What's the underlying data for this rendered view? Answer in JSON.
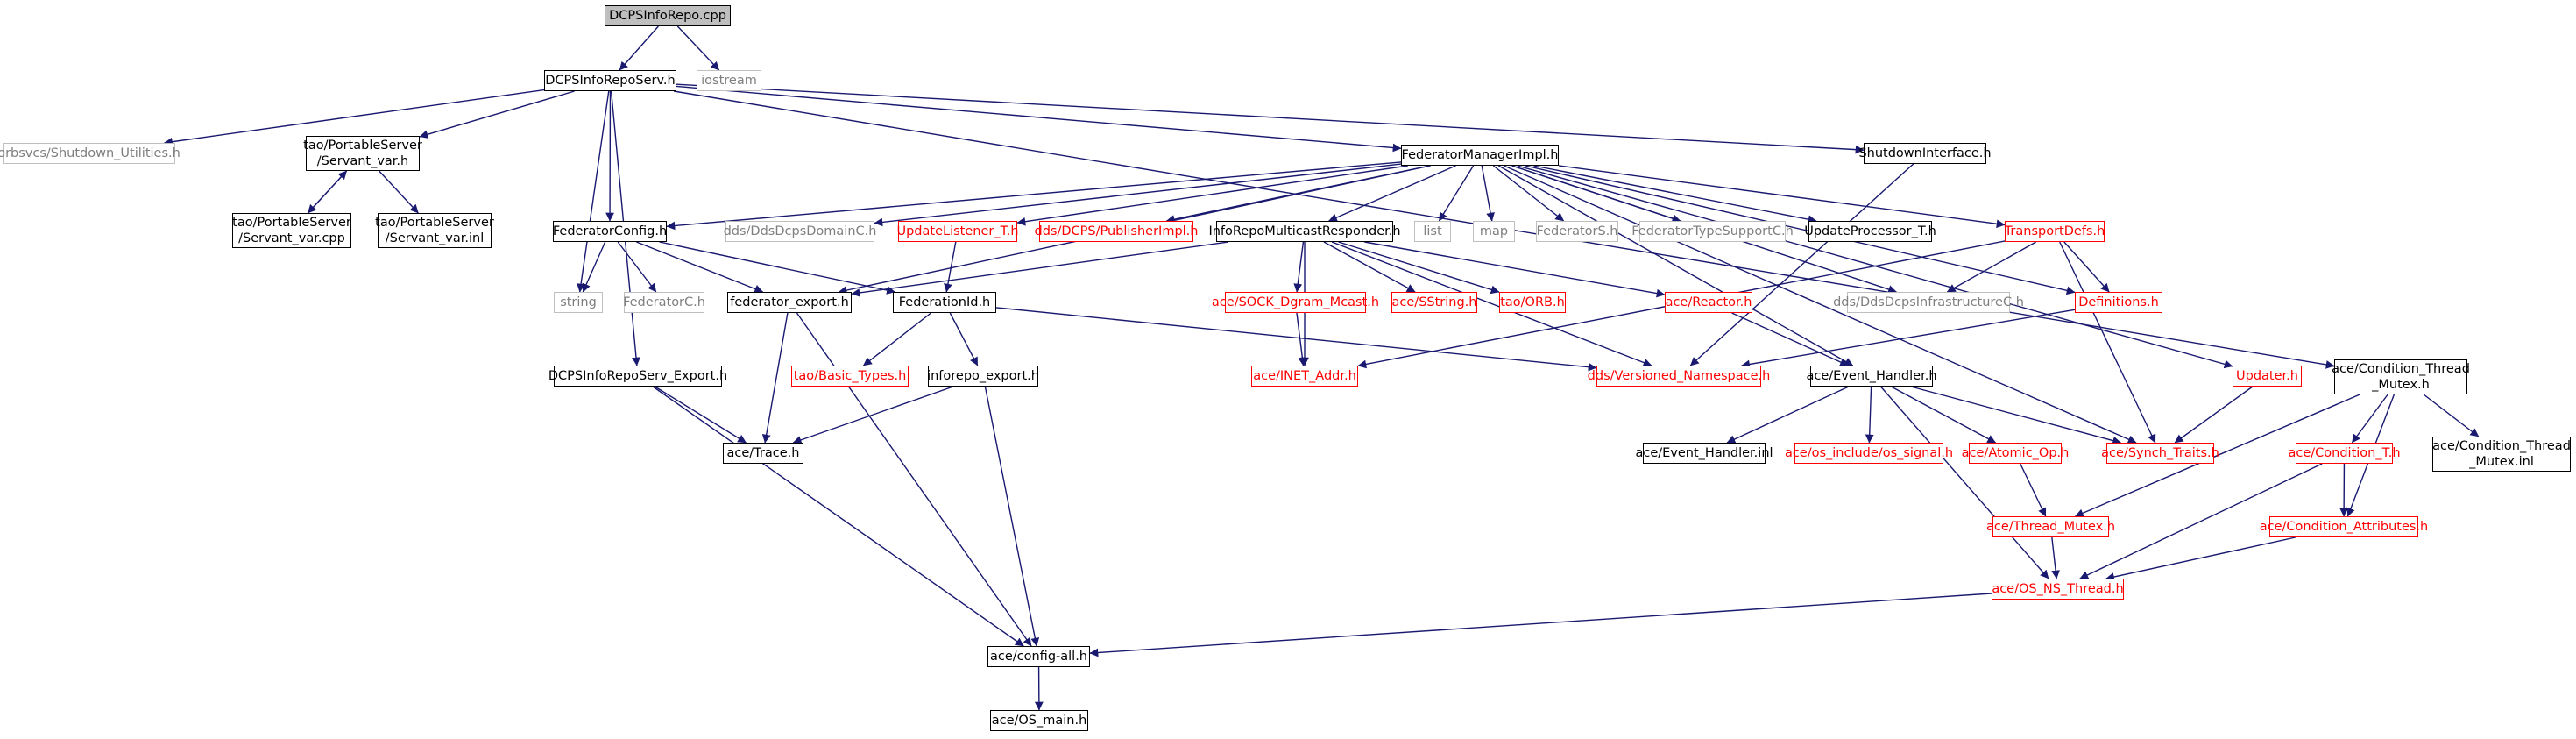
{
  "colors": {
    "edge": "#191970",
    "normal_border": "#000000",
    "red_border": "#ff0000",
    "system_border": "#bfbfbf",
    "root_fill": "#bfbfbf"
  },
  "nodes": {
    "n1": {
      "label": "DCPSInfoRepo.cpp",
      "kind": "root"
    },
    "n2": {
      "label": "DCPSInfoRepoServ.h",
      "kind": "normal"
    },
    "n3": {
      "label": "iostream",
      "kind": "system"
    },
    "n4": {
      "label": "orbsvcs/Shutdown_Utilities.h",
      "kind": "system"
    },
    "n5": {
      "label": "tao/PortableServer\n/Servant_var.h",
      "kind": "normal"
    },
    "n6": {
      "label": "tao/PortableServer\n/Servant_var.cpp",
      "kind": "normal"
    },
    "n7": {
      "label": "tao/PortableServer\n/Servant_var.inl",
      "kind": "normal"
    },
    "n8": {
      "label": "FederatorConfig.h",
      "kind": "normal"
    },
    "n9": {
      "label": "string",
      "kind": "system"
    },
    "n10": {
      "label": "FederatorC.h",
      "kind": "system"
    },
    "n11": {
      "label": "federator_export.h",
      "kind": "normal"
    },
    "n12": {
      "label": "FederationId.h",
      "kind": "normal"
    },
    "n13": {
      "label": "DCPSInfoRepoServ_Export.h",
      "kind": "normal"
    },
    "n14": {
      "label": "ace/Trace.h",
      "kind": "normal"
    },
    "n15": {
      "label": "tao/Basic_Types.h",
      "kind": "red"
    },
    "n16": {
      "label": "inforepo_export.h",
      "kind": "normal"
    },
    "n17": {
      "label": "ace/config-all.h",
      "kind": "normal"
    },
    "n18": {
      "label": "ace/OS_main.h",
      "kind": "normal"
    },
    "n19": {
      "label": "FederatorManagerImpl.h",
      "kind": "normal"
    },
    "n20": {
      "label": "dds/DdsDcpsDomainC.h",
      "kind": "system"
    },
    "n21": {
      "label": "UpdateListener_T.h",
      "kind": "red"
    },
    "n22": {
      "label": "dds/DCPS/PublisherImpl.h",
      "kind": "red"
    },
    "n23": {
      "label": "InfoRepoMulticastResponder.h",
      "kind": "normal"
    },
    "n24": {
      "label": "list",
      "kind": "system"
    },
    "n25": {
      "label": "map",
      "kind": "system"
    },
    "n26": {
      "label": "FederatorS.h",
      "kind": "system"
    },
    "n27": {
      "label": "FederatorTypeSupportC.h",
      "kind": "system"
    },
    "n28": {
      "label": "UpdateProcessor_T.h",
      "kind": "normal"
    },
    "n29": {
      "label": "TransportDefs.h",
      "kind": "red"
    },
    "n30": {
      "label": "ShutdownInterface.h",
      "kind": "normal"
    },
    "n31": {
      "label": "ace/SOCK_Dgram_Mcast.h",
      "kind": "red"
    },
    "n32": {
      "label": "ace/SString.h",
      "kind": "red"
    },
    "n33": {
      "label": "tao/ORB.h",
      "kind": "red"
    },
    "n34": {
      "label": "ace/Reactor.h",
      "kind": "red"
    },
    "n35": {
      "label": "ace/INET_Addr.h",
      "kind": "red"
    },
    "n36": {
      "label": "dds/Versioned_Namespace.h",
      "kind": "red"
    },
    "n37": {
      "label": "ace/Event_Handler.h",
      "kind": "normal"
    },
    "n38": {
      "label": "dds/DdsDcpsInfrastructureC.h",
      "kind": "system"
    },
    "n39": {
      "label": "Definitions.h",
      "kind": "red"
    },
    "n40": {
      "label": "ace/Event_Handler.inl",
      "kind": "normal"
    },
    "n41": {
      "label": "ace/os_include/os_signal.h",
      "kind": "red"
    },
    "n42": {
      "label": "ace/Atomic_Op.h",
      "kind": "red"
    },
    "n43": {
      "label": "ace/Synch_Traits.h",
      "kind": "red"
    },
    "n44": {
      "label": "ace/Thread_Mutex.h",
      "kind": "red"
    },
    "n45": {
      "label": "ace/OS_NS_Thread.h",
      "kind": "red"
    },
    "n46": {
      "label": "Updater.h",
      "kind": "red"
    },
    "n47": {
      "label": "ace/Condition_Thread\n_Mutex.h",
      "kind": "normal"
    },
    "n48": {
      "label": "ace/Condition_T.h",
      "kind": "red"
    },
    "n49": {
      "label": "ace/Condition_Thread\n_Mutex.inl",
      "kind": "normal"
    },
    "n50": {
      "label": "ace/Condition_Attributes.h",
      "kind": "red"
    }
  },
  "edges": [
    [
      "n1",
      "n2"
    ],
    [
      "n1",
      "n3"
    ],
    [
      "n2",
      "n4"
    ],
    [
      "n2",
      "n5"
    ],
    [
      "n2",
      "n8"
    ],
    [
      "n2",
      "n9"
    ],
    [
      "n2",
      "n13"
    ],
    [
      "n2",
      "n19"
    ],
    [
      "n2",
      "n30"
    ],
    [
      "n2",
      "n47"
    ],
    [
      "n5",
      "n6"
    ],
    [
      "n6",
      "n5"
    ],
    [
      "n5",
      "n7"
    ],
    [
      "n8",
      "n9"
    ],
    [
      "n8",
      "n10"
    ],
    [
      "n8",
      "n11"
    ],
    [
      "n8",
      "n12"
    ],
    [
      "n11",
      "n14"
    ],
    [
      "n11",
      "n17"
    ],
    [
      "n12",
      "n15"
    ],
    [
      "n12",
      "n16"
    ],
    [
      "n12",
      "n36"
    ],
    [
      "n13",
      "n14"
    ],
    [
      "n13",
      "n17"
    ],
    [
      "n16",
      "n14"
    ],
    [
      "n16",
      "n17"
    ],
    [
      "n17",
      "n18"
    ],
    [
      "n19",
      "n8"
    ],
    [
      "n19",
      "n20"
    ],
    [
      "n19",
      "n21"
    ],
    [
      "n19",
      "n22"
    ],
    [
      "n19",
      "n23"
    ],
    [
      "n19",
      "n24"
    ],
    [
      "n19",
      "n25"
    ],
    [
      "n19",
      "n26"
    ],
    [
      "n19",
      "n27"
    ],
    [
      "n19",
      "n28"
    ],
    [
      "n19",
      "n29"
    ],
    [
      "n19",
      "n11"
    ],
    [
      "n19",
      "n38"
    ],
    [
      "n19",
      "n39"
    ],
    [
      "n19",
      "n43"
    ],
    [
      "n19",
      "n46"
    ],
    [
      "n19",
      "n37"
    ],
    [
      "n21",
      "n12"
    ],
    [
      "n23",
      "n11"
    ],
    [
      "n23",
      "n31"
    ],
    [
      "n23",
      "n32"
    ],
    [
      "n23",
      "n33"
    ],
    [
      "n23",
      "n34"
    ],
    [
      "n23",
      "n35"
    ],
    [
      "n23",
      "n36"
    ],
    [
      "n29",
      "n38"
    ],
    [
      "n29",
      "n39"
    ],
    [
      "n29",
      "n43"
    ],
    [
      "n29",
      "n35"
    ],
    [
      "n30",
      "n36"
    ],
    [
      "n31",
      "n35"
    ],
    [
      "n34",
      "n37"
    ],
    [
      "n37",
      "n40"
    ],
    [
      "n37",
      "n41"
    ],
    [
      "n37",
      "n42"
    ],
    [
      "n37",
      "n43"
    ],
    [
      "n37",
      "n45"
    ],
    [
      "n39",
      "n36"
    ],
    [
      "n42",
      "n44"
    ],
    [
      "n44",
      "n45"
    ],
    [
      "n45",
      "n17"
    ],
    [
      "n46",
      "n43"
    ],
    [
      "n47",
      "n48"
    ],
    [
      "n47",
      "n49"
    ],
    [
      "n47",
      "n50"
    ],
    [
      "n47",
      "n44"
    ],
    [
      "n48",
      "n50"
    ],
    [
      "n48",
      "n45"
    ],
    [
      "n50",
      "n45"
    ]
  ]
}
